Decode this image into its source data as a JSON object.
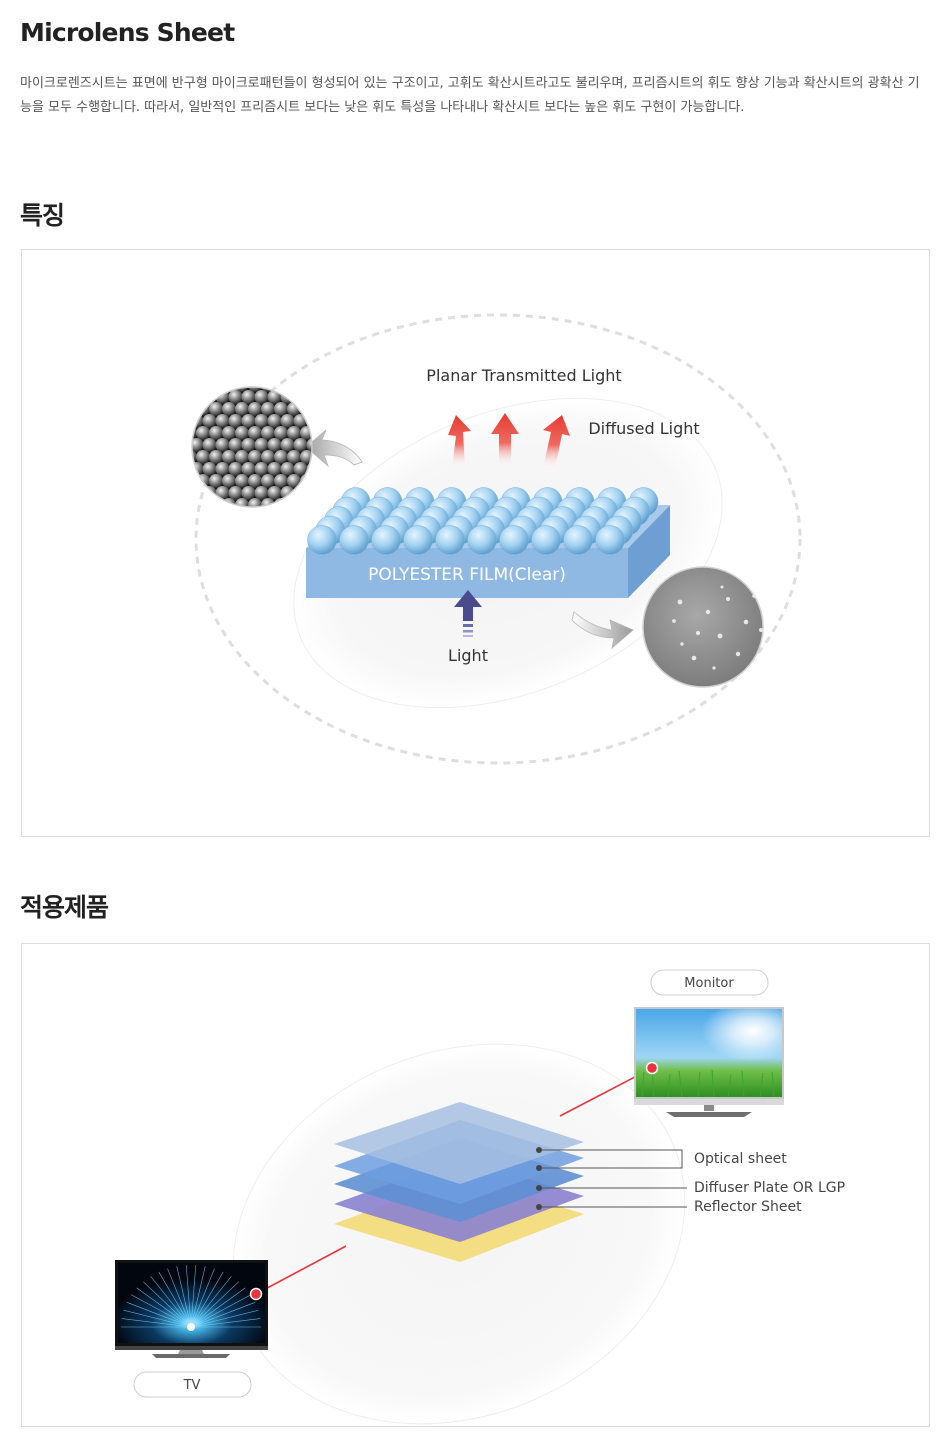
{
  "header": {
    "title": "Microlens Sheet",
    "description": "마이크로렌즈시트는 표면에 반구형 마이크로패턴들이 형성되어 있는 구조이고, 고휘도 확산시트라고도 불리우며, 프리즘시트의 휘도 향상 기능과 확산시트의 광확산 기능을 모두 수행합니다. 따라서, 일반적인 프리즘시트 보다는 낮은 휘도 특성을 나타내나 확산시트 보다는 높은 휘도 구현이 가능합니다."
  },
  "features": {
    "heading": "특징",
    "labels": {
      "planar": "Planar Transmitted Light",
      "diffused": "Diffused Light",
      "film": "POLYESTER FILM(Clear)",
      "light": "Light"
    }
  },
  "applications": {
    "heading": "적용제품",
    "monitor_label": "Monitor",
    "tv_label": "TV",
    "layers": {
      "optical": "Optical sheet",
      "diffuser": "Diffuser Plate OR LGP",
      "reflector": "Reflector Sheet"
    }
  },
  "colors": {
    "sphere": "#9ccbe8",
    "film": "#8fb8e2",
    "arrow_red": "#e8413a",
    "arrow_purple": "#4a4b8e",
    "accent_dot": "#e8343c",
    "reflector_yellow": "#f2dc7c"
  }
}
